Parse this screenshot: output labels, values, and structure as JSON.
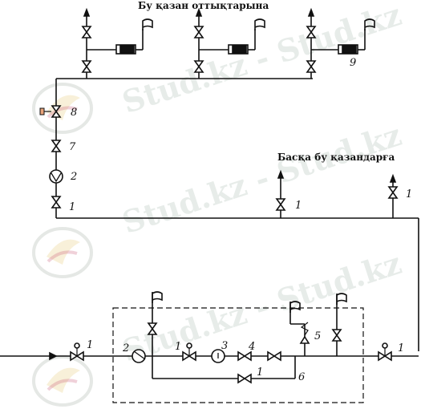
{
  "header": {
    "top_title": "Бу қазан оттықтарына",
    "side_title": "Басқа бу қазандарға"
  },
  "watermark": {
    "text": "Stud.kz - Stud.kz"
  },
  "colors": {
    "line": "#111111",
    "watermark": "#b4c0b8",
    "valve_tag": "#e8a37a"
  },
  "labels": {
    "u9": "9",
    "u8": "8",
    "u7": "7",
    "u2_top": "2",
    "u1_top": "1",
    "u1_right_a": "1",
    "u1_right_b": "1",
    "u1_inlet": "1",
    "u2_bottom": "2",
    "u1_box": "1",
    "u3": "3",
    "u4": "4",
    "u5": "5",
    "u1_bypass": "1",
    "u6": "6",
    "u1_outlet": "1"
  }
}
